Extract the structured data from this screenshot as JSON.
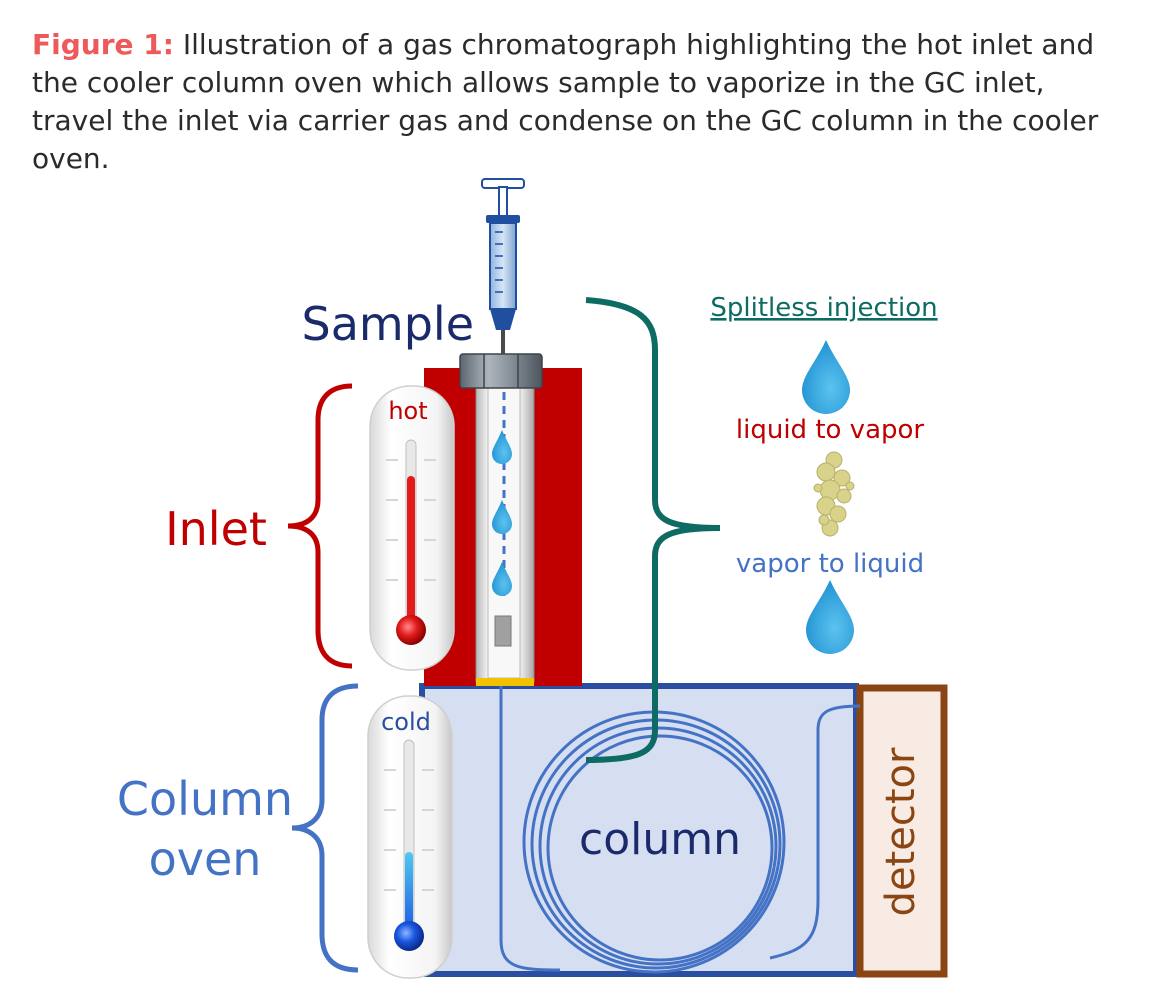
{
  "caption": {
    "label": "Figure 1:",
    "text": " Illustration of a gas chromatograph highlighting the hot inlet and the cooler column oven which allows sample to vaporize in the GC inlet, travel the inlet via carrier gas and condense on the GC column in the cooler oven."
  },
  "labels": {
    "sample": "Sample",
    "inlet": "Inlet",
    "column_oven_line1": "Column",
    "column_oven_line2": "oven",
    "hot": "hot",
    "cold": "cold",
    "column": "column",
    "detector": "detector",
    "splitless": "Splitless injection",
    "liquid_to_vapor": "liquid to vapor",
    "vapor_to_liquid": "vapor to liquid"
  },
  "colors": {
    "caption_label": "#ee5a5a",
    "inlet_red": "#c00000",
    "oven_fill": "#d6dff2",
    "oven_border": "#2b4fa0",
    "navy": "#1a2a6b",
    "column_blue": "#4472c4",
    "detector_brown": "#8b4513",
    "teal": "#0e6b64",
    "droplet": "#2ea6e0",
    "vapor": "#d8d28a"
  },
  "icons": {
    "syringe": "syringe-icon",
    "hot_thermometer": "thermometer-hot-icon",
    "cold_thermometer": "thermometer-cold-icon",
    "droplet": "droplet-icon",
    "vapor_cloud": "vapor-cloud-icon"
  }
}
